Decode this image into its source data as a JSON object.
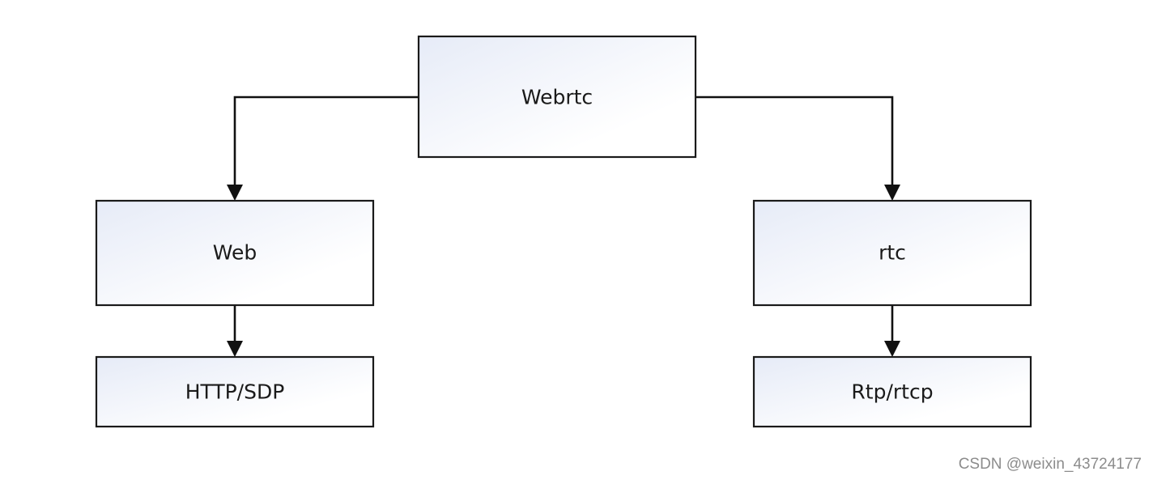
{
  "diagram": {
    "nodes": {
      "root": {
        "label": "Webrtc"
      },
      "web": {
        "label": "Web"
      },
      "rtc": {
        "label": "rtc"
      },
      "http_sdp": {
        "label": "HTTP/SDP"
      },
      "rtp_rtcp": {
        "label": "Rtp/rtcp"
      }
    },
    "edges": [
      {
        "from": "root",
        "to": "web"
      },
      {
        "from": "root",
        "to": "rtc"
      },
      {
        "from": "web",
        "to": "http_sdp"
      },
      {
        "from": "rtc",
        "to": "rtp_rtcp"
      }
    ]
  },
  "colors": {
    "box_gradient_start": "#e6ebf7",
    "box_gradient_end": "#ffffff",
    "stroke": "#1a1a1a",
    "watermark": "#8c8c8c"
  },
  "watermark": {
    "text": "CSDN @weixin_43724177"
  }
}
